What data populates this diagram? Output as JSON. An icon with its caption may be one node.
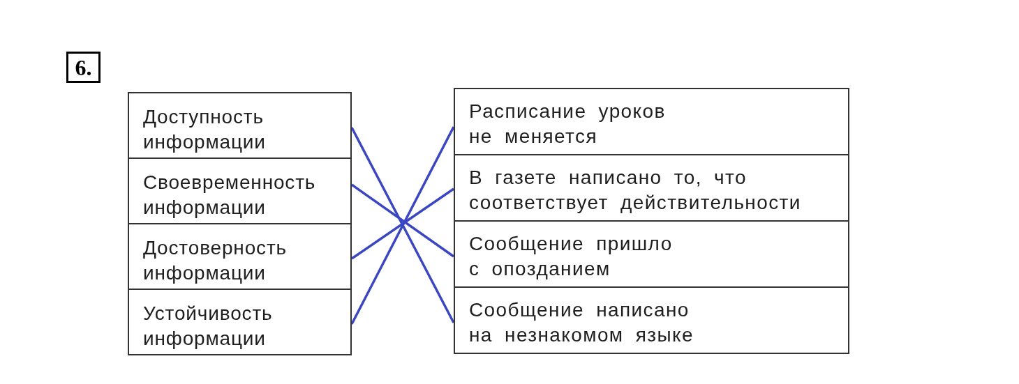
{
  "diagram": {
    "nodes": [
      {
        "text": [
          "Доступность информации"
        ]
      },
      {
        "text": [
          "Своевременность информации"
        ]
      },
      {
        "text": [
          "Достоверность информации"
        ]
      },
      {
        "text": [
          "Устойчивость информации"
        ]
      },
      {
        "text": [
          "Расписание уроков не меняется"
        ]
      },
      {
        "text": [
          "В газете написано то, что соответствует действительности"
        ]
      },
      {
        "text": [
          "Сообщение пришло с опозданием"
        ]
      },
      {
        "text": [
          "Сообщение написано на незнакомом языке"
        ]
      }
    ],
    "edges": [
      {
        "from": 0,
        "to": 7,
        "arrow": "none"
      },
      {
        "from": 1,
        "to": 6,
        "arrow": "none"
      },
      {
        "from": 2,
        "to": 5,
        "arrow": "none"
      },
      {
        "from": 3,
        "to": 4,
        "arrow": "none"
      }
    ],
    "labels": [
      "6."
    ]
  }
}
